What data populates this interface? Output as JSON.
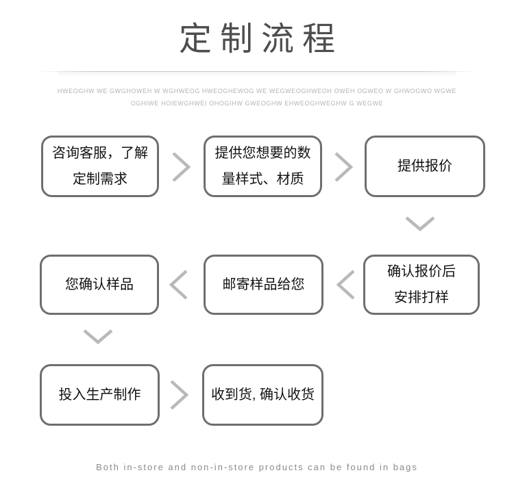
{
  "header": {
    "title": "定制流程",
    "subtitle_line1": "HWEOGHW WE GWGHOWEH W WGHWEOG HWEOGHEWOG WE WEGWEOGHWEOH OWEH OGWEO W GHWOGWO WGWE",
    "subtitle_line2": "OGHIWE HOIEWGHWEI OHOGIHW GWEOGHW EHWEOGHWEGHW G WEGWE"
  },
  "flow": {
    "steps": [
      {
        "label": "咨询客服，了解\n定制需求"
      },
      {
        "label": "提供您想要的数\n量样式、材质"
      },
      {
        "label": "提供报价"
      },
      {
        "label": "确认报价后\n安排打样"
      },
      {
        "label": "邮寄样品给您"
      },
      {
        "label": "您确认样品"
      },
      {
        "label": "投入生产制作"
      },
      {
        "label": "收到货, 确认收货"
      }
    ]
  },
  "footer": {
    "note": "Both in-store and non-in-store products can be found in bags"
  },
  "colors": {
    "title_text": "#4d4d4d",
    "box_border": "#6e6e6e",
    "box_text": "#111111",
    "arrow": "#b9b9b9",
    "subtitle_text": "#b3b3b3",
    "footer_text": "#8a8a8a",
    "background": "#ffffff"
  }
}
